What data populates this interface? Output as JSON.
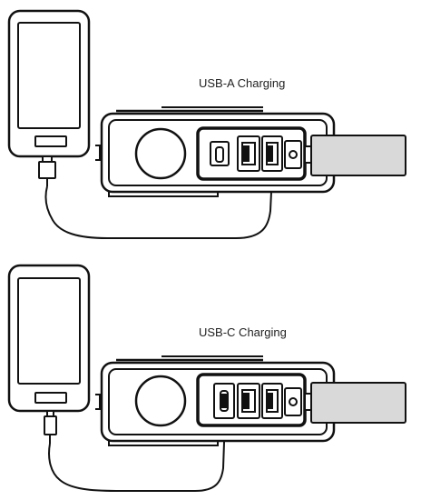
{
  "panels": [
    {
      "id": "usb-a",
      "caption": "USB-A Charging",
      "active_port": "usb-a-right"
    },
    {
      "id": "usb-c",
      "caption": "USB-C Charging",
      "active_port": "usb-c"
    }
  ],
  "colors": {
    "stroke": "#111111",
    "cap_fill": "#d9d9d9",
    "background": "#ffffff"
  },
  "icons": [
    "phone-icon",
    "charging-station-icon",
    "usb-cable-icon",
    "usb-plug-icon"
  ]
}
